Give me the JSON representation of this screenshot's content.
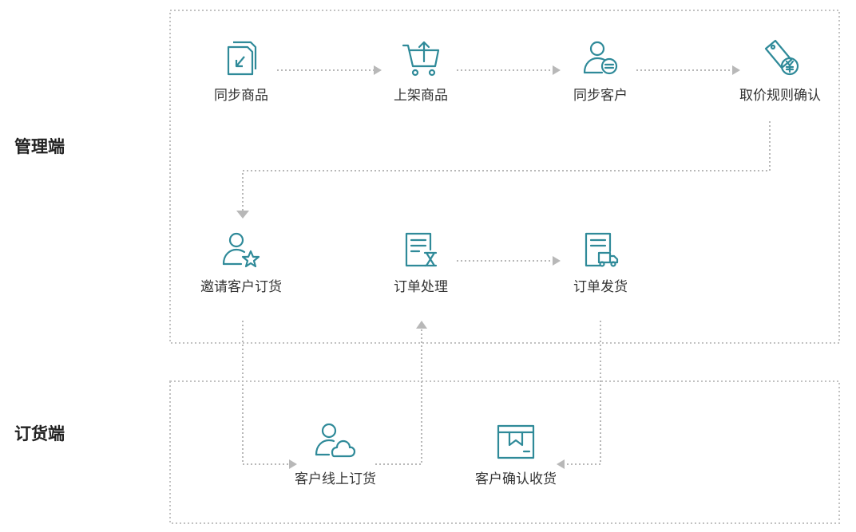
{
  "lanes": {
    "admin": {
      "label": "管理端"
    },
    "order": {
      "label": "订货端"
    }
  },
  "steps": {
    "sync_goods": "同步商品",
    "list_goods": "上架商品",
    "sync_customers": "同步客户",
    "price_rules": "取价规则确认",
    "invite_customers": "邀请客户订货",
    "order_processing": "订单处理",
    "order_shipping": "订单发货",
    "customer_online_order": "客户线上订货",
    "customer_confirm_receipt": "客户确认收货"
  },
  "colors": {
    "icon_teal": "#2f8a99",
    "connector_gray": "#b8b8b8",
    "lane_border": "#c2c2c2"
  },
  "icons": {
    "sync_goods": "document-sync-icon",
    "list_goods": "shopping-cart-upload-icon",
    "sync_customers": "user-sync-icon",
    "price_rules": "price-tag-yen-icon",
    "invite_customers": "user-star-icon",
    "order_processing": "document-hourglass-icon",
    "order_shipping": "document-truck-icon",
    "customer_online_order": "user-cloud-icon",
    "customer_confirm_receipt": "package-box-icon"
  }
}
